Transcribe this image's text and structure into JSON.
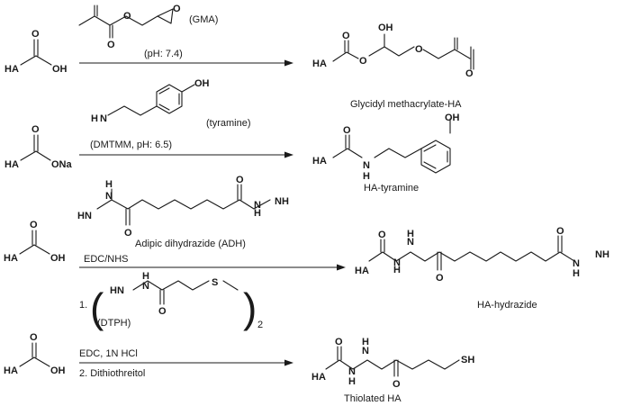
{
  "atoms": {
    "HA": "HA",
    "OH": "OH",
    "O": "O",
    "ONa": "ONa",
    "N": "N",
    "H": "H",
    "NH": "NH",
    "NH2": "NH",
    "H2N": "H",
    "two": "2",
    "S": "S",
    "SH": "SH"
  },
  "reactions": [
    {
      "reagent_tag": "(GMA)",
      "condition": "(pH: 7.4)",
      "product_name": "Glycidyl methacrylate-HA"
    },
    {
      "reagent_tag": "(tyramine)",
      "condition": "(DMTMM, pH: 6.5)",
      "product_name": "HA-tyramine"
    },
    {
      "reagent_name": "Adipic dihydrazide (ADH)",
      "condition": "EDC/NHS",
      "product_name": "HA-hydrazide"
    },
    {
      "step1_number": "1.",
      "reagent_tag": "(DTPH)",
      "subscript": "2",
      "condition": "EDC, 1N HCl",
      "step2": "2. Dithiothreitol",
      "product_name": "Thiolated HA"
    }
  ]
}
